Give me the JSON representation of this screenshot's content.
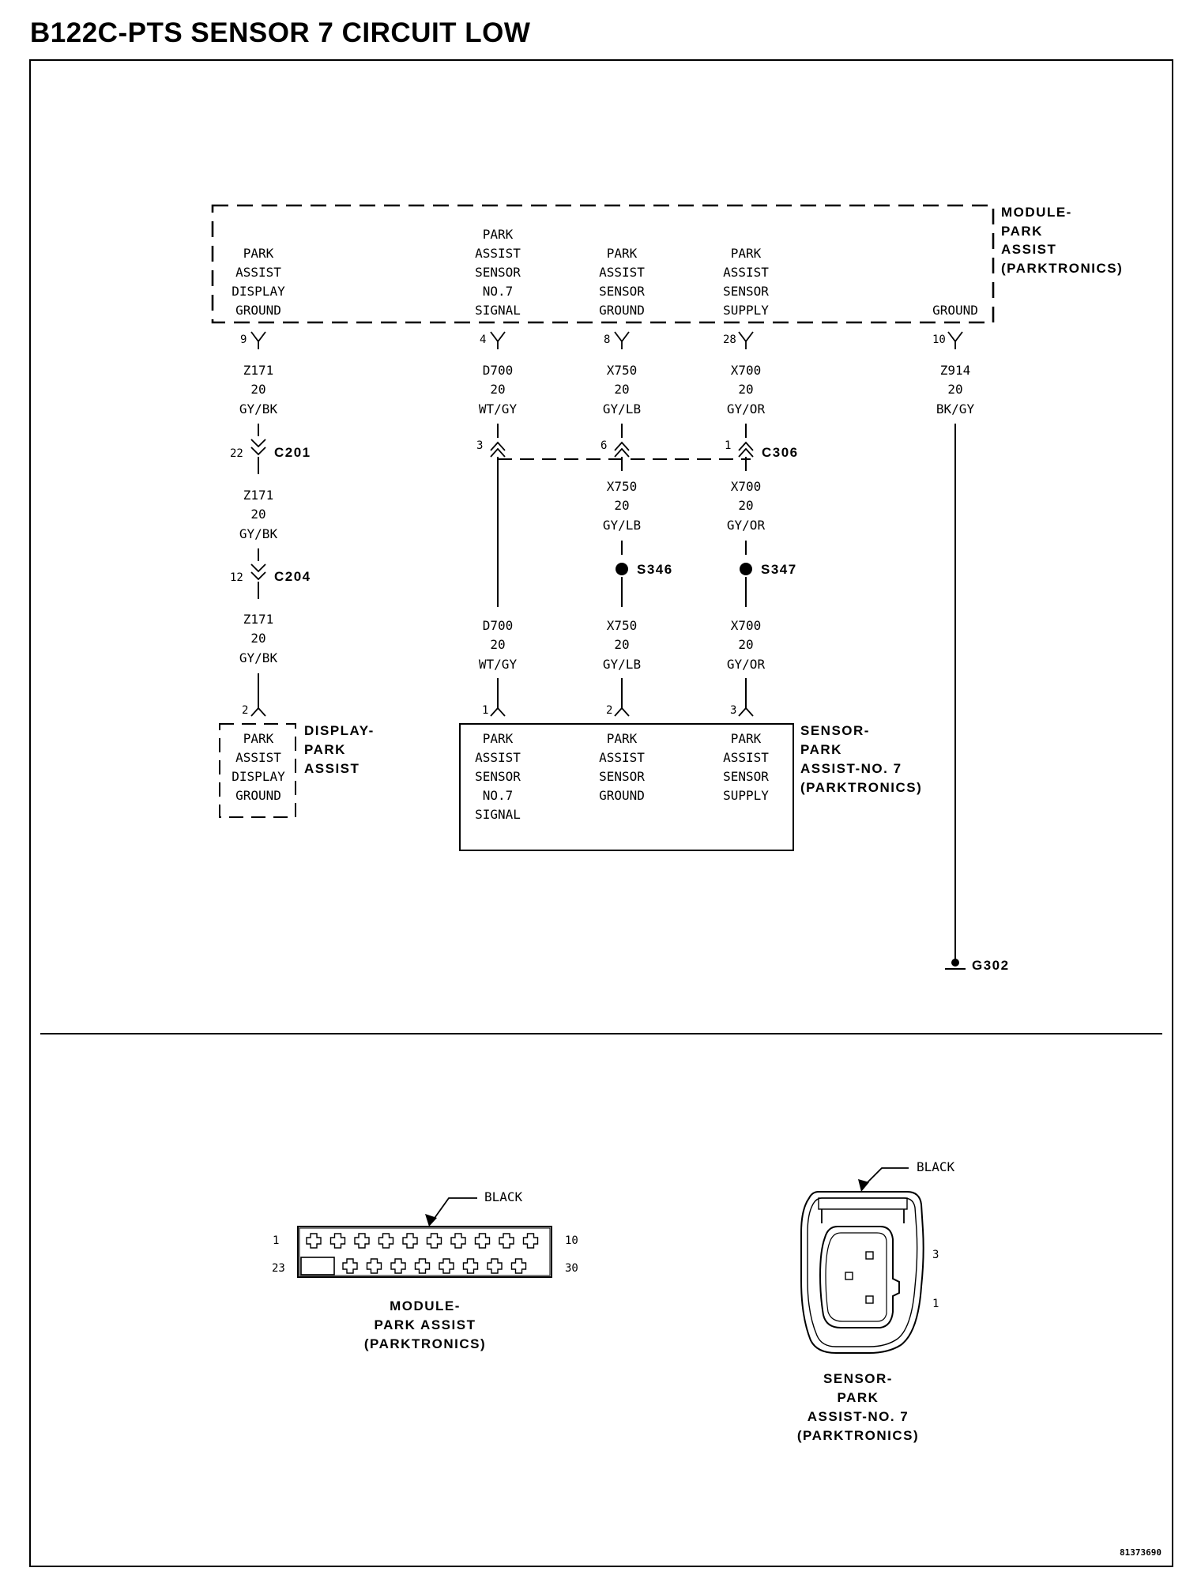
{
  "title": "B122C-PTS SENSOR 7 CIRCUIT LOW",
  "module": {
    "name_lines": [
      "MODULE-",
      "PARK",
      "ASSIST",
      "(PARKTRONICS)"
    ],
    "pins": [
      {
        "id": "m1",
        "label_lines": [
          "PARK",
          "ASSIST",
          "DISPLAY",
          "GROUND"
        ],
        "pin": "9",
        "wire": {
          "circuit": "Z171",
          "gauge": "20",
          "color": "GY/BK"
        }
      },
      {
        "id": "m2",
        "label_lines": [
          "PARK",
          "ASSIST",
          "SENSOR",
          "NO.7",
          "SIGNAL"
        ],
        "pin": "4",
        "wire": {
          "circuit": "D700",
          "gauge": "20",
          "color": "WT/GY"
        }
      },
      {
        "id": "m3",
        "label_lines": [
          "PARK",
          "ASSIST",
          "SENSOR",
          "GROUND"
        ],
        "pin": "8",
        "wire": {
          "circuit": "X750",
          "gauge": "20",
          "color": "GY/LB"
        }
      },
      {
        "id": "m4",
        "label_lines": [
          "PARK",
          "ASSIST",
          "SENSOR",
          "SUPPLY"
        ],
        "pin": "28",
        "wire": {
          "circuit": "X700",
          "gauge": "20",
          "color": "GY/OR"
        }
      },
      {
        "id": "m5",
        "label_lines": [
          "GROUND"
        ],
        "pin": "10",
        "wire": {
          "circuit": "Z914",
          "gauge": "20",
          "color": "BK/GY"
        }
      }
    ]
  },
  "connectors": {
    "c201": {
      "name": "C201",
      "pin": "22"
    },
    "c204": {
      "name": "C204",
      "pin": "12"
    },
    "c306": {
      "name": "C306",
      "pins": [
        "3",
        "6",
        "1"
      ]
    }
  },
  "wires_after": {
    "c201": {
      "circuit": "Z171",
      "gauge": "20",
      "color": "GY/BK"
    },
    "c204": {
      "circuit": "Z171",
      "gauge": "20",
      "color": "GY/BK"
    },
    "c306_x750": {
      "circuit": "X750",
      "gauge": "20",
      "color": "GY/LB"
    },
    "c306_x700": {
      "circuit": "X700",
      "gauge": "20",
      "color": "GY/OR"
    },
    "d700": {
      "circuit": "D700",
      "gauge": "20",
      "color": "WT/GY"
    },
    "s346_x750": {
      "circuit": "X750",
      "gauge": "20",
      "color": "GY/LB"
    },
    "s347_x700": {
      "circuit": "X700",
      "gauge": "20",
      "color": "GY/OR"
    }
  },
  "splices": {
    "s346": "S346",
    "s347": "S347"
  },
  "ground": {
    "name": "G302"
  },
  "display": {
    "pin": "2",
    "label_lines": [
      "PARK",
      "ASSIST",
      "DISPLAY",
      "GROUND"
    ],
    "name_lines": [
      "DISPLAY-",
      "PARK",
      "ASSIST"
    ]
  },
  "sensor": {
    "pins": [
      {
        "pin": "1",
        "label_lines": [
          "PARK",
          "ASSIST",
          "SENSOR",
          "NO.7",
          "SIGNAL"
        ]
      },
      {
        "pin": "2",
        "label_lines": [
          "PARK",
          "ASSIST",
          "SENSOR",
          "GROUND"
        ]
      },
      {
        "pin": "3",
        "label_lines": [
          "PARK",
          "ASSIST",
          "SENSOR",
          "SUPPLY"
        ]
      }
    ],
    "name_lines": [
      "SENSOR-",
      "PARK",
      "ASSIST-NO. 7",
      "(PARKTRONICS)"
    ]
  },
  "module_connector_view": {
    "color": "BLACK",
    "pin_labels": {
      "top_left": "1",
      "top_right": "10",
      "bottom_left": "23",
      "bottom_right": "30"
    },
    "name_lines": [
      "MODULE-",
      "PARK ASSIST",
      "(PARKTRONICS)"
    ]
  },
  "sensor_connector_view": {
    "color": "BLACK",
    "pin_labels": {
      "upper": "3",
      "lower": "1"
    },
    "name_lines": [
      "SENSOR-",
      "PARK",
      "ASSIST-NO. 7",
      "(PARKTRONICS)"
    ]
  },
  "figure_id": "81373690"
}
